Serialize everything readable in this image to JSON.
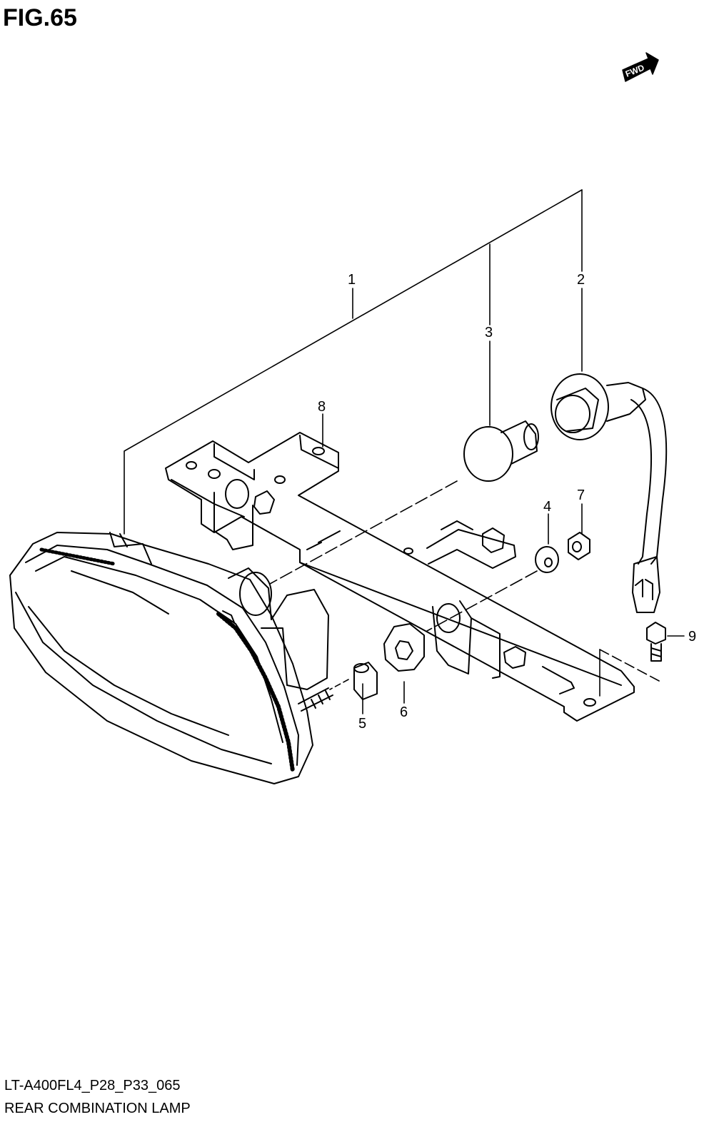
{
  "figure": {
    "title": "FIG.65",
    "fwd_label": "FWD"
  },
  "callouts": [
    {
      "id": "1",
      "label": "1"
    },
    {
      "id": "2",
      "label": "2"
    },
    {
      "id": "3",
      "label": "3"
    },
    {
      "id": "4",
      "label": "4"
    },
    {
      "id": "5",
      "label": "5"
    },
    {
      "id": "6",
      "label": "6"
    },
    {
      "id": "7",
      "label": "7"
    },
    {
      "id": "8",
      "label": "8"
    },
    {
      "id": "9",
      "label": "9"
    }
  ],
  "footer": {
    "model_code": "LT-A400FL4_P28_P33_065",
    "section_name": "REAR COMBINATION LAMP"
  }
}
